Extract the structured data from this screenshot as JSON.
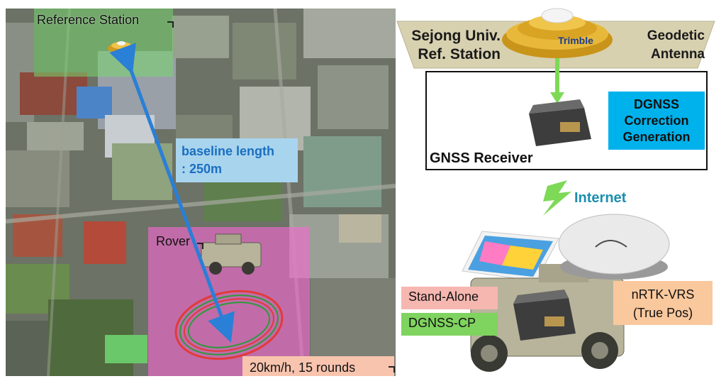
{
  "map": {
    "reference_station_label": "Reference Station",
    "baseline_label_line1": "baseline length",
    "baseline_label_line2": ": 250m",
    "rover_label": "Rover",
    "speed_label": "20km/h, 15 rounds"
  },
  "system": {
    "station_label_line1": "Sejong Univ.",
    "station_label_line2": "Ref. Station",
    "antenna_label_line1": "Geodetic",
    "antenna_label_line2": "Antenna",
    "antenna_brand": "Trimble",
    "dgnss_line1": "DGNSS",
    "dgnss_line2": "Correction",
    "dgnss_line3": "Generation",
    "receiver_label": "GNSS Receiver",
    "link_label": "Internet",
    "stand_alone_label": "Stand-Alone",
    "dgnss_cp_label": "DGNSS-CP",
    "nrtk_line1": "nRTK-VRS",
    "nrtk_line2": "(True Pos)"
  },
  "colors": {
    "baseline_arrow": "#2a7fd6",
    "track_zone": "#f569d2",
    "dgnss_box": "#00b2ec",
    "internet_text": "#1b8fb0",
    "antenna_link": "#7ed957"
  }
}
